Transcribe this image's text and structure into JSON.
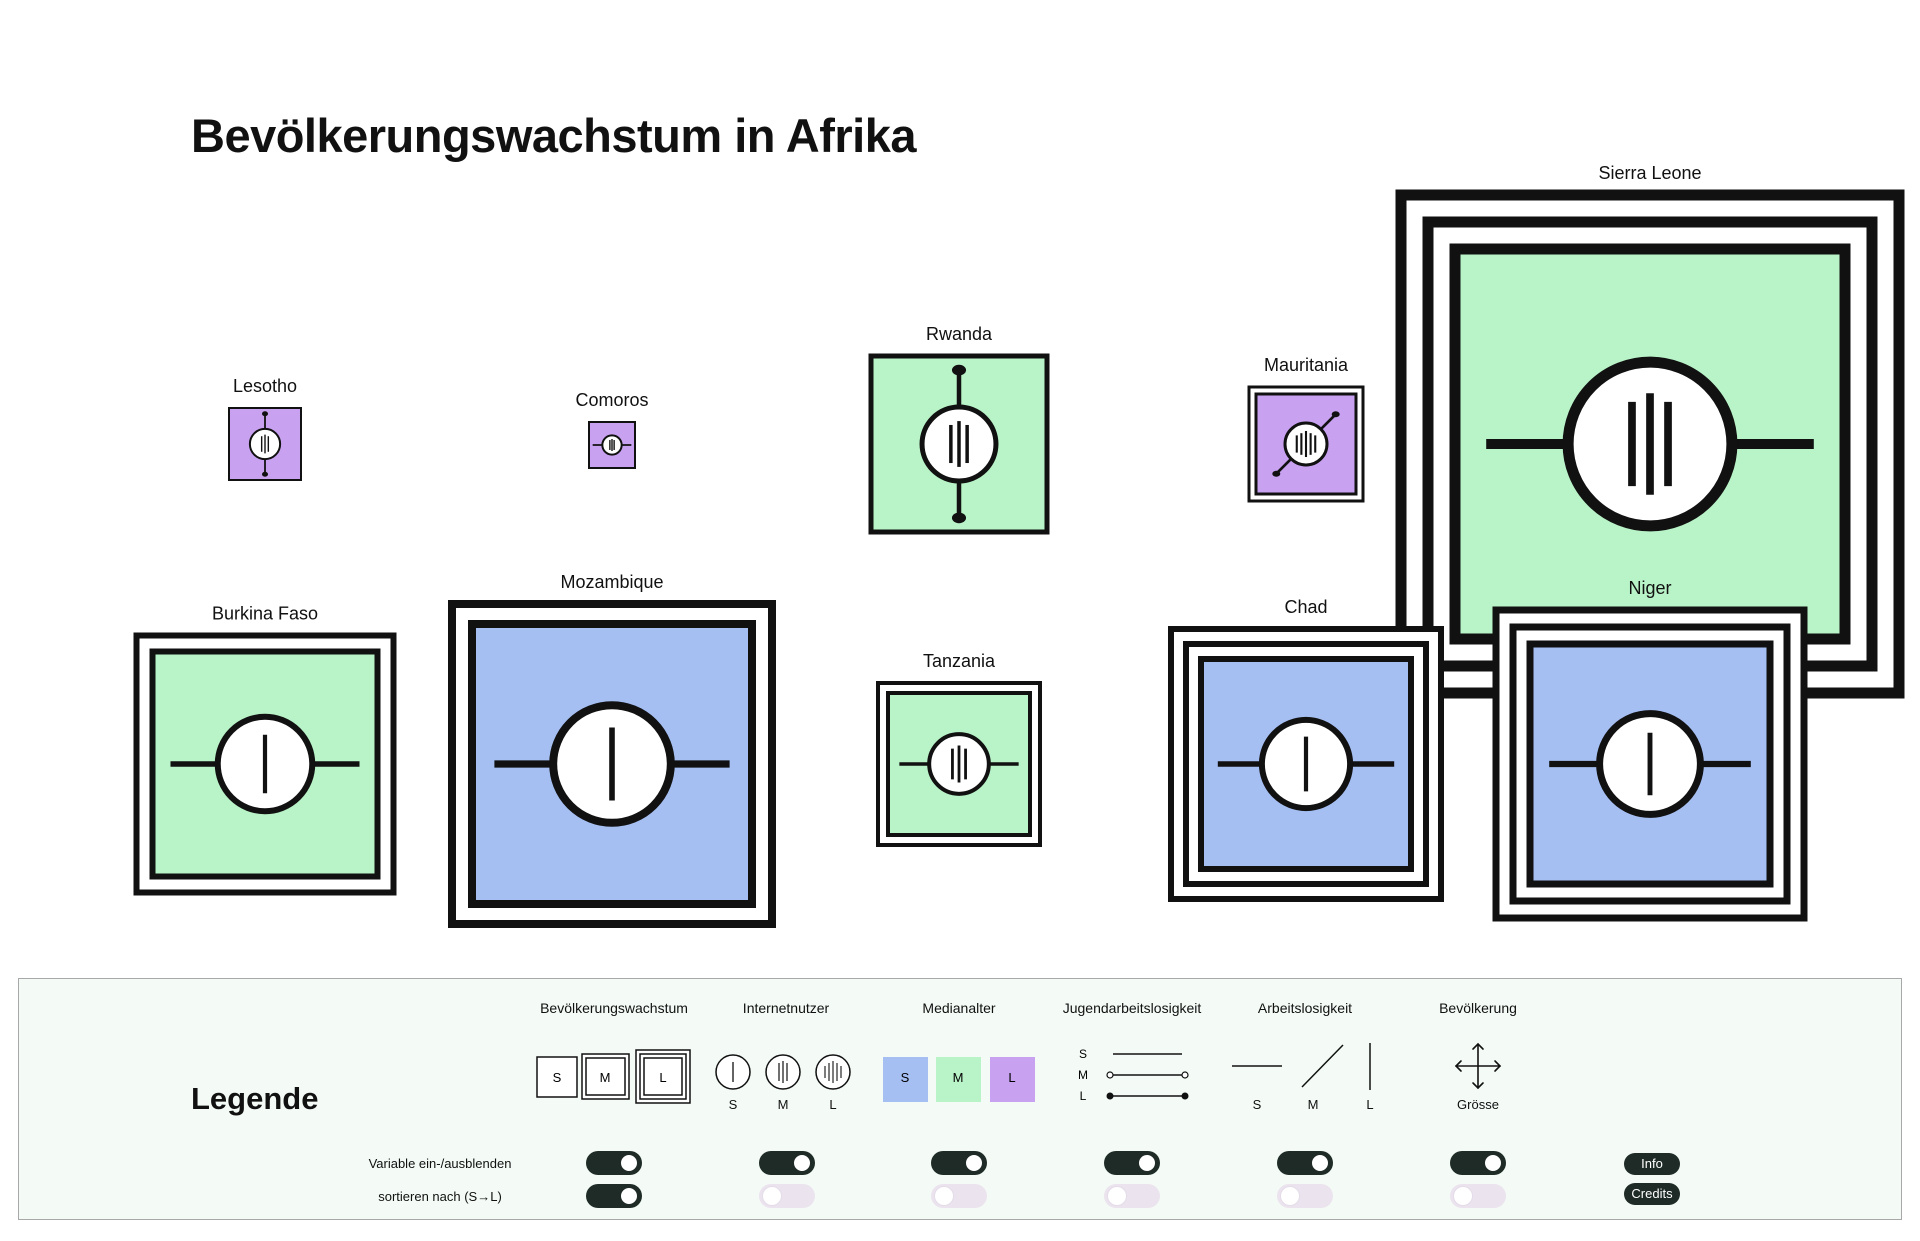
{
  "page": {
    "title": "Bevölkerungswachstum in Afrika"
  },
  "colors": {
    "size_s": "#a6bff3",
    "size_m": "#b9f3c8",
    "size_l": "#c8a2f0",
    "frame": "#111111",
    "legend_bg": "#f4fbf6",
    "toggle_on": "#1f2b26",
    "toggle_off": "#ebe3ee"
  },
  "countries": [
    {
      "name": "Lesotho",
      "growth": "S",
      "internet": "M",
      "median_age": "L",
      "youth_unemployment": "L",
      "unemployment": "L",
      "population": "S"
    },
    {
      "name": "Comoros",
      "growth": "S",
      "internet": "M",
      "median_age": "L",
      "youth_unemployment": "S",
      "unemployment": "S",
      "population": "S"
    },
    {
      "name": "Rwanda",
      "growth": "S",
      "internet": "M",
      "median_age": "M",
      "youth_unemployment": "L",
      "unemployment": "L",
      "population": "M"
    },
    {
      "name": "Mauritania",
      "growth": "M",
      "internet": "L",
      "median_age": "L",
      "youth_unemployment": "L",
      "unemployment": "M",
      "population": "S"
    },
    {
      "name": "Sierra Leone",
      "growth": "L",
      "internet": "M",
      "median_age": "M",
      "youth_unemployment": "S",
      "unemployment": "S",
      "population": "L"
    },
    {
      "name": "Burkina Faso",
      "growth": "M",
      "internet": "S",
      "median_age": "M",
      "youth_unemployment": "S",
      "unemployment": "S",
      "population": "L"
    },
    {
      "name": "Mozambique",
      "growth": "M",
      "internet": "S",
      "median_age": "S",
      "youth_unemployment": "S",
      "unemployment": "S",
      "population": "L"
    },
    {
      "name": "Tanzania",
      "growth": "M",
      "internet": "M",
      "median_age": "M",
      "youth_unemployment": "S",
      "unemployment": "S",
      "population": "M"
    },
    {
      "name": "Chad",
      "growth": "L",
      "internet": "S",
      "median_age": "S",
      "youth_unemployment": "S",
      "unemployment": "S",
      "population": "L"
    },
    {
      "name": "Niger",
      "growth": "L",
      "internet": "S",
      "median_age": "S",
      "youth_unemployment": "S",
      "unemployment": "S",
      "population": "L"
    }
  ],
  "legend": {
    "title": "Legende",
    "columns": [
      {
        "key": "growth",
        "label": "Bevölkerungswachstum",
        "items": [
          "S",
          "M",
          "L"
        ]
      },
      {
        "key": "internet",
        "label": "Internetnutzer",
        "items": [
          "S",
          "M",
          "L"
        ]
      },
      {
        "key": "median_age",
        "label": "Medianalter",
        "items": [
          "S",
          "M",
          "L"
        ]
      },
      {
        "key": "youth_unemployment",
        "label": "Jugendarbeitslosigkeit",
        "items": [
          "S",
          "M",
          "L"
        ]
      },
      {
        "key": "unemployment",
        "label": "Arbeitslosigkeit",
        "items": [
          "S",
          "M",
          "L"
        ]
      },
      {
        "key": "population",
        "label": "Bevölkerung",
        "caption": "Grösse"
      }
    ],
    "row_labels": {
      "toggle_visibility": "Variable ein-/ausblenden",
      "sort_by": "sortieren nach (S→L)"
    },
    "toggles_visibility": [
      true,
      true,
      true,
      true,
      true,
      true
    ],
    "toggles_sort": [
      true,
      false,
      false,
      false,
      false,
      false
    ],
    "buttons": {
      "info": "Info",
      "credits": "Credits"
    }
  }
}
